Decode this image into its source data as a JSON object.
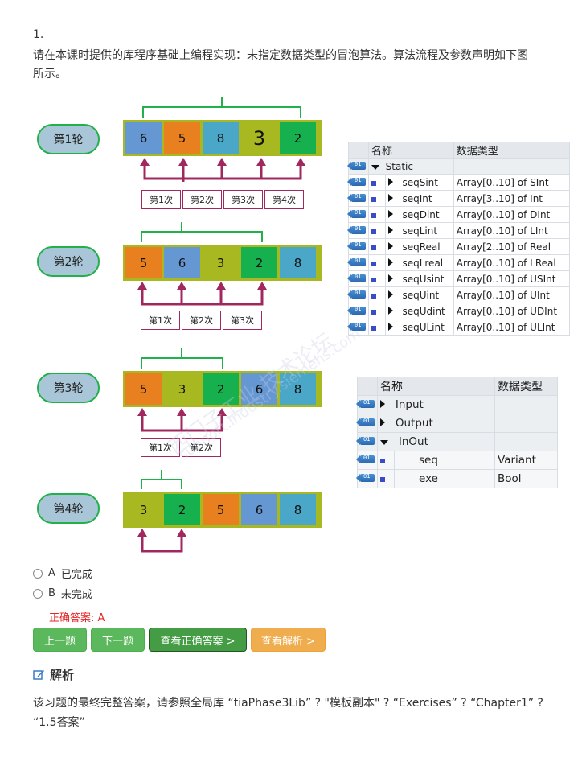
{
  "question": {
    "number": "1.",
    "text": "请在本课时提供的库程序基础上编程实现：未指定数据类型的冒泡算法。算法流程及参数声明如下图所示。"
  },
  "diagram": {
    "rounds": [
      {
        "label": "第1轮",
        "cells": [
          {
            "v": "6",
            "c": "blue"
          },
          {
            "v": "5",
            "c": "orange"
          },
          {
            "v": "8",
            "c": "cyan"
          },
          {
            "v": "3",
            "c": "olive",
            "big": true
          },
          {
            "v": "2",
            "c": "green"
          }
        ],
        "steps": [
          "第1次",
          "第2次",
          "第3次",
          "第4次"
        ]
      },
      {
        "label": "第2轮",
        "cells": [
          {
            "v": "5",
            "c": "orange"
          },
          {
            "v": "6",
            "c": "blue"
          },
          {
            "v": "3",
            "c": "olive"
          },
          {
            "v": "2",
            "c": "green"
          },
          {
            "v": "8",
            "c": "cyan"
          }
        ],
        "steps": [
          "第1次",
          "第2次",
          "第3次"
        ]
      },
      {
        "label": "第3轮",
        "cells": [
          {
            "v": "5",
            "c": "orange"
          },
          {
            "v": "3",
            "c": "olive"
          },
          {
            "v": "2",
            "c": "green"
          },
          {
            "v": "6",
            "c": "blue"
          },
          {
            "v": "8",
            "c": "cyan"
          }
        ],
        "steps": [
          "第1次",
          "第2次"
        ]
      },
      {
        "label": "第4轮",
        "cells": [
          {
            "v": "3",
            "c": "olive"
          },
          {
            "v": "2",
            "c": "green"
          },
          {
            "v": "5",
            "c": "orange"
          },
          {
            "v": "6",
            "c": "blue"
          },
          {
            "v": "8",
            "c": "cyan"
          }
        ],
        "steps": []
      }
    ],
    "colors": {
      "blue": "#6597d3",
      "orange": "#e8801f",
      "cyan": "#4aa7c8",
      "olive": "#a8b820",
      "green": "#16b04e",
      "arrow": "#a0285e",
      "brace": "#22b04a"
    }
  },
  "static_table": {
    "headers": [
      "名称",
      "数据类型"
    ],
    "section": "Static",
    "rows": [
      {
        "name": "seqSint",
        "type": "Array[0..10] of SInt"
      },
      {
        "name": "seqInt",
        "type": "Array[3..10] of Int"
      },
      {
        "name": "seqDint",
        "type": "Array[0..10] of DInt"
      },
      {
        "name": "seqLint",
        "type": "Array[0..10] of LInt"
      },
      {
        "name": "seqReal",
        "type": "Array[2..10] of Real"
      },
      {
        "name": "seqLreal",
        "type": "Array[0..10] of LReal"
      },
      {
        "name": "seqUsint",
        "type": "Array[0..10] of USInt"
      },
      {
        "name": "seqUint",
        "type": "Array[0..10] of UInt"
      },
      {
        "name": "seqUdint",
        "type": "Array[0..10] of UDInt"
      },
      {
        "name": "seqULint",
        "type": "Array[0..10] of ULInt"
      }
    ]
  },
  "interface_table": {
    "headers": [
      "名称",
      "数据类型"
    ],
    "rows": [
      {
        "name": "Input",
        "type": "",
        "kind": "section",
        "expanded": false
      },
      {
        "name": "Output",
        "type": "",
        "kind": "section",
        "expanded": false
      },
      {
        "name": "InOut",
        "type": "",
        "kind": "section",
        "expanded": true
      },
      {
        "name": "seq",
        "type": "Variant",
        "kind": "param"
      },
      {
        "name": "exe",
        "type": "Bool",
        "kind": "param"
      }
    ]
  },
  "watermark": {
    "line1": "西门子工业 技术论坛",
    "line2": "support.industry.siemens.com"
  },
  "options": [
    {
      "key": "A",
      "label": "已完成"
    },
    {
      "key": "B",
      "label": "未完成"
    }
  ],
  "correct_answer": "正确答案: A",
  "buttons": {
    "prev": "上一题",
    "next": "下一题",
    "show_answer": "查看正确答案 >",
    "show_analysis": "查看解析 >"
  },
  "analysis": {
    "title": "解析",
    "text": "该习题的最终完整答案，请参照全局库 “tiaPhase3Lib” ? \"模板副本\" ? “Exercises” ? “Chapter1” ? “1.5答案”"
  }
}
